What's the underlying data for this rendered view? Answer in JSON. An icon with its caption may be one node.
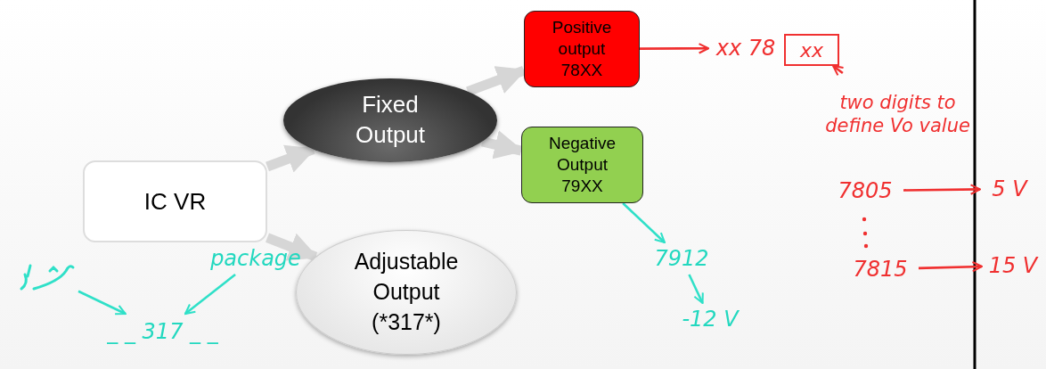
{
  "diagram": {
    "nodes": [
      {
        "text": [
          "IC VR"
        ]
      },
      {
        "text": [
          "Fixed Output"
        ]
      },
      {
        "text": [
          "Adjustable Output (*317*)"
        ]
      },
      {
        "text": [
          "Positive output 78XX"
        ]
      },
      {
        "text": [
          "Negative Output 79XX"
        ]
      },
      {
        "text": [
          "xx 78"
        ]
      },
      {
        "text": [
          "xx"
        ]
      },
      {
        "text": [
          "two digits to define Vo value"
        ]
      },
      {
        "text": [
          "7805"
        ]
      },
      {
        "text": [
          "5 V"
        ]
      },
      {
        "text": [
          "7815"
        ]
      },
      {
        "text": [
          "15 V"
        ]
      },
      {
        "text": [
          "7912"
        ]
      },
      {
        "text": [
          "-12 V"
        ]
      },
      {
        "text": [
          "package"
        ]
      },
      {
        "text": [
          "_ _ 317 _ _"
        ]
      },
      {
        "text": [],
        "shape": "scribble"
      }
    ],
    "edges": [
      {
        "from": 0,
        "to": 1,
        "arrow": "to",
        "style": "thick"
      },
      {
        "from": 1,
        "to": 3,
        "arrow": "to",
        "style": "thick"
      },
      {
        "from": 1,
        "to": 4,
        "arrow": "to",
        "style": "thick"
      },
      {
        "from": 0,
        "to": 2,
        "arrow": "to",
        "style": "thick"
      },
      {
        "from": 3,
        "to": 5,
        "arrow": "to",
        "color": "#f03030"
      },
      {
        "from": 7,
        "to": 6,
        "arrow": "to",
        "color": "#f03030"
      },
      {
        "from": 8,
        "to": 9,
        "arrow": "to",
        "color": "#f03030"
      },
      {
        "from": 10,
        "to": 11,
        "arrow": "to",
        "color": "#f03030"
      },
      {
        "from": 4,
        "to": 12,
        "arrow": "to",
        "color": "#2fe0c8"
      },
      {
        "from": 12,
        "to": 13,
        "arrow": "to",
        "color": "#2fe0c8"
      },
      {
        "from": 14,
        "to": 15,
        "arrow": "to",
        "color": "#2fe0c8"
      },
      {
        "from": 16,
        "to": 15,
        "arrow": "to",
        "color": "#2fe0c8"
      }
    ]
  }
}
